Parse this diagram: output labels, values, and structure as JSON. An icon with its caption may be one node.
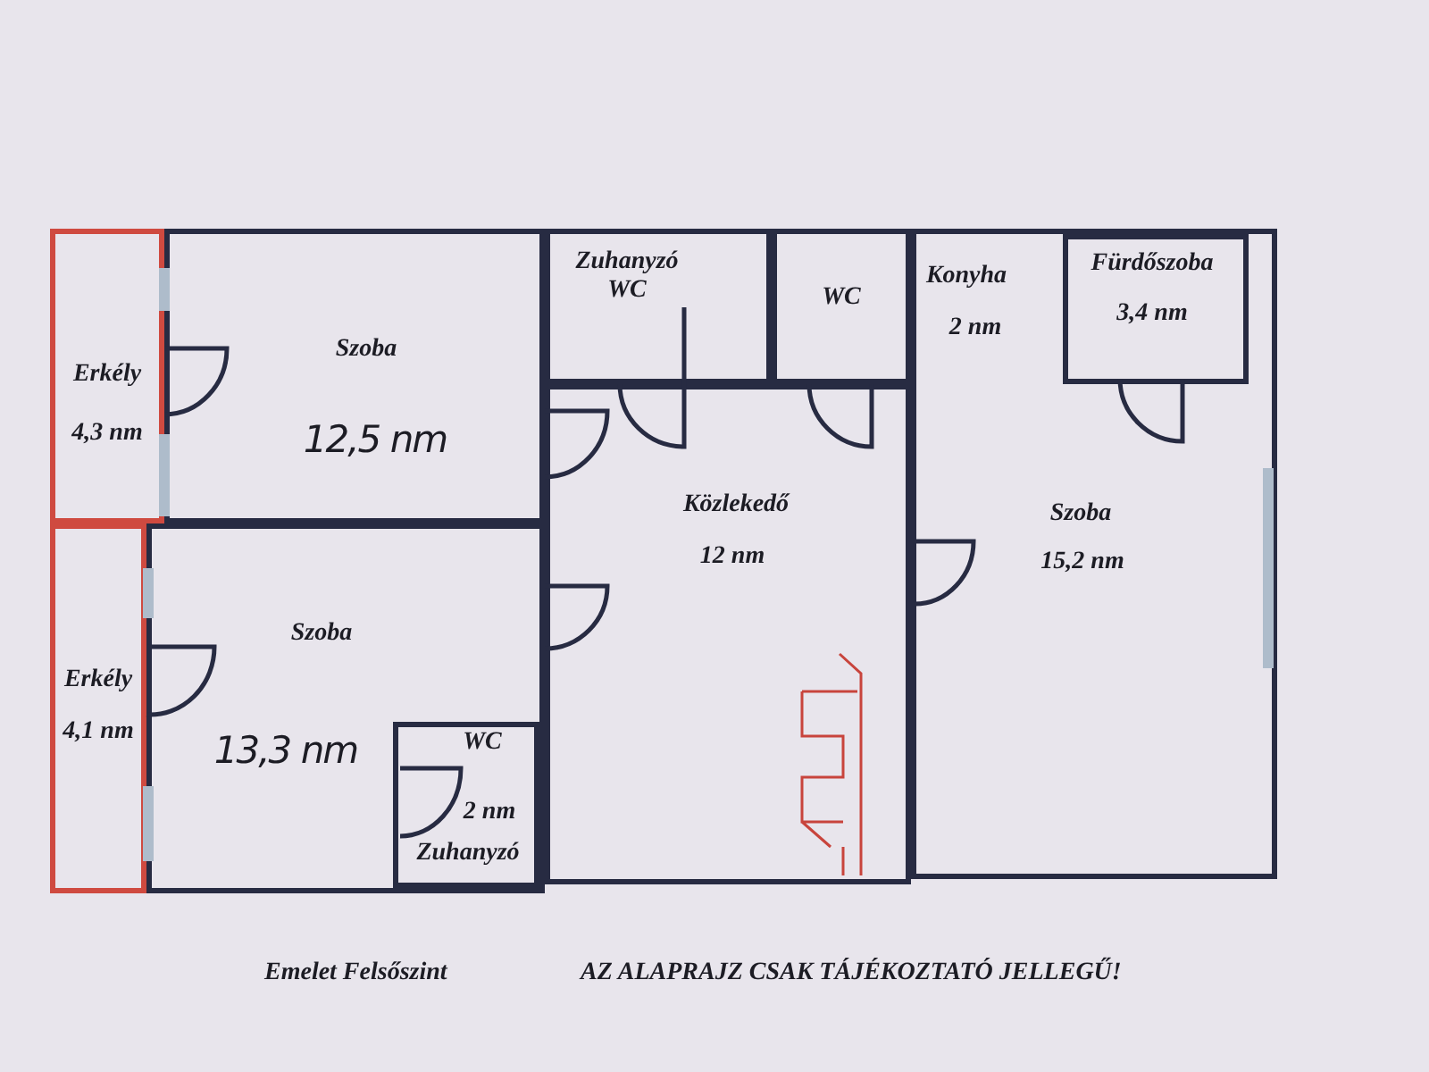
{
  "diagram": {
    "nodes": [
      {
        "text": [
          "Erkély",
          "4,3 nm"
        ]
      },
      {
        "text": [
          "Erkély",
          "4,1 nm"
        ]
      },
      {
        "text": [
          "Szoba",
          "12,5 nm"
        ]
      },
      {
        "text": [
          "Szoba",
          "13,3 nm"
        ]
      },
      {
        "text": [
          "WC",
          "2 nm",
          "Zuhanyzó"
        ],
        "in": 3
      },
      {
        "text": [
          "Zuhanyzó WC"
        ]
      },
      {
        "text": [
          "WC"
        ]
      },
      {
        "text": [
          "Közlekedő",
          "12 nm"
        ]
      },
      {
        "text": [
          "Konyha",
          "2 nm",
          "Szoba",
          "15,2 nm"
        ]
      },
      {
        "text": [
          "Fürdőszoba",
          "3,4 nm"
        ],
        "in": 8
      }
    ],
    "edges": [],
    "labels": [
      "Emelet Felsőszint",
      "AZ ALAPRAJZ CSAK TÁJÉKOZTATÓ JELLEGŰ!"
    ]
  }
}
